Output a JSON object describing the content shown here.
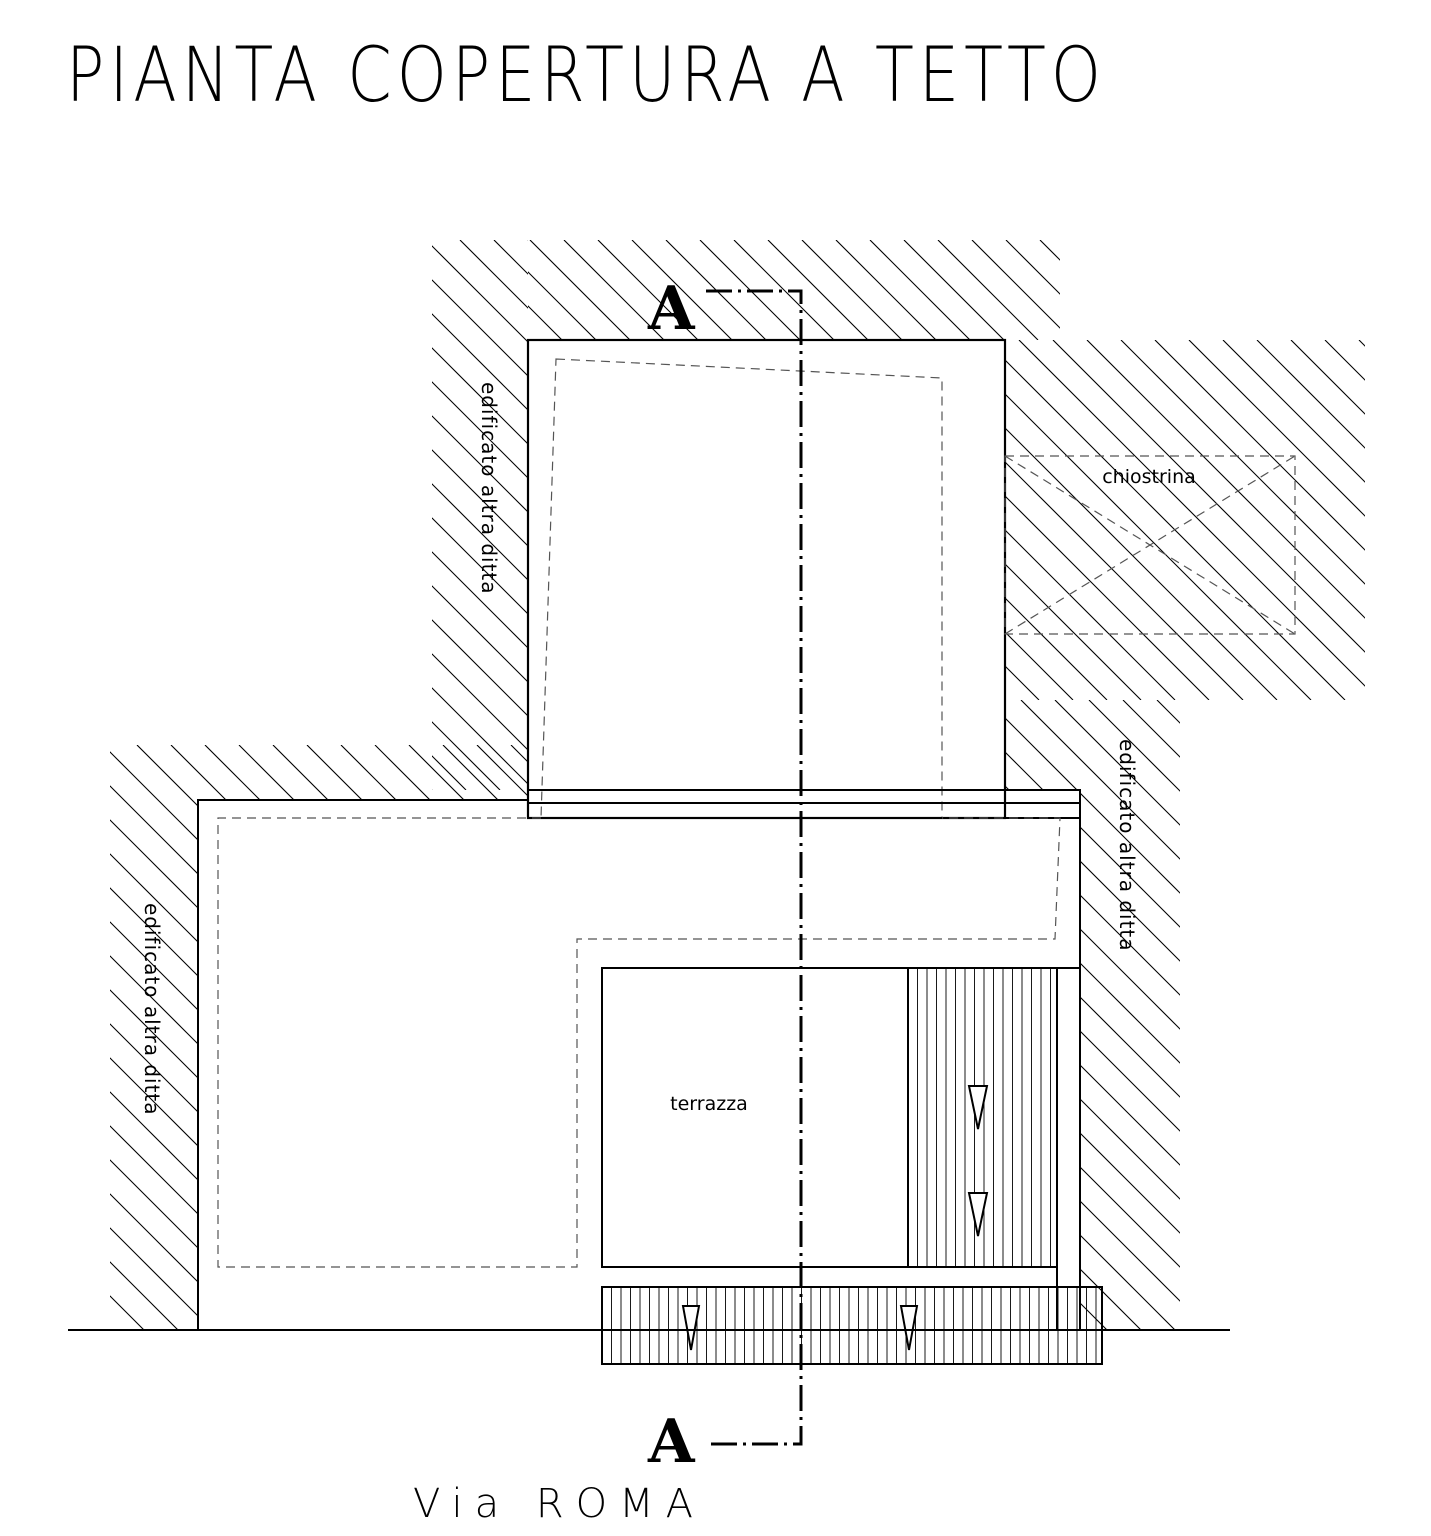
{
  "title": "PIANTA COPERTURA A TETTO",
  "section_marker": {
    "top": "A",
    "bottom": "A"
  },
  "labels": {
    "chiostrina": "chiostrina",
    "terrazza": "terrazza",
    "adjacent_left_upper": "edificato altra ditta",
    "adjacent_left_lower": "edificato altra ditta",
    "adjacent_right": "edificato altra ditta"
  },
  "street": "Via ROMA"
}
